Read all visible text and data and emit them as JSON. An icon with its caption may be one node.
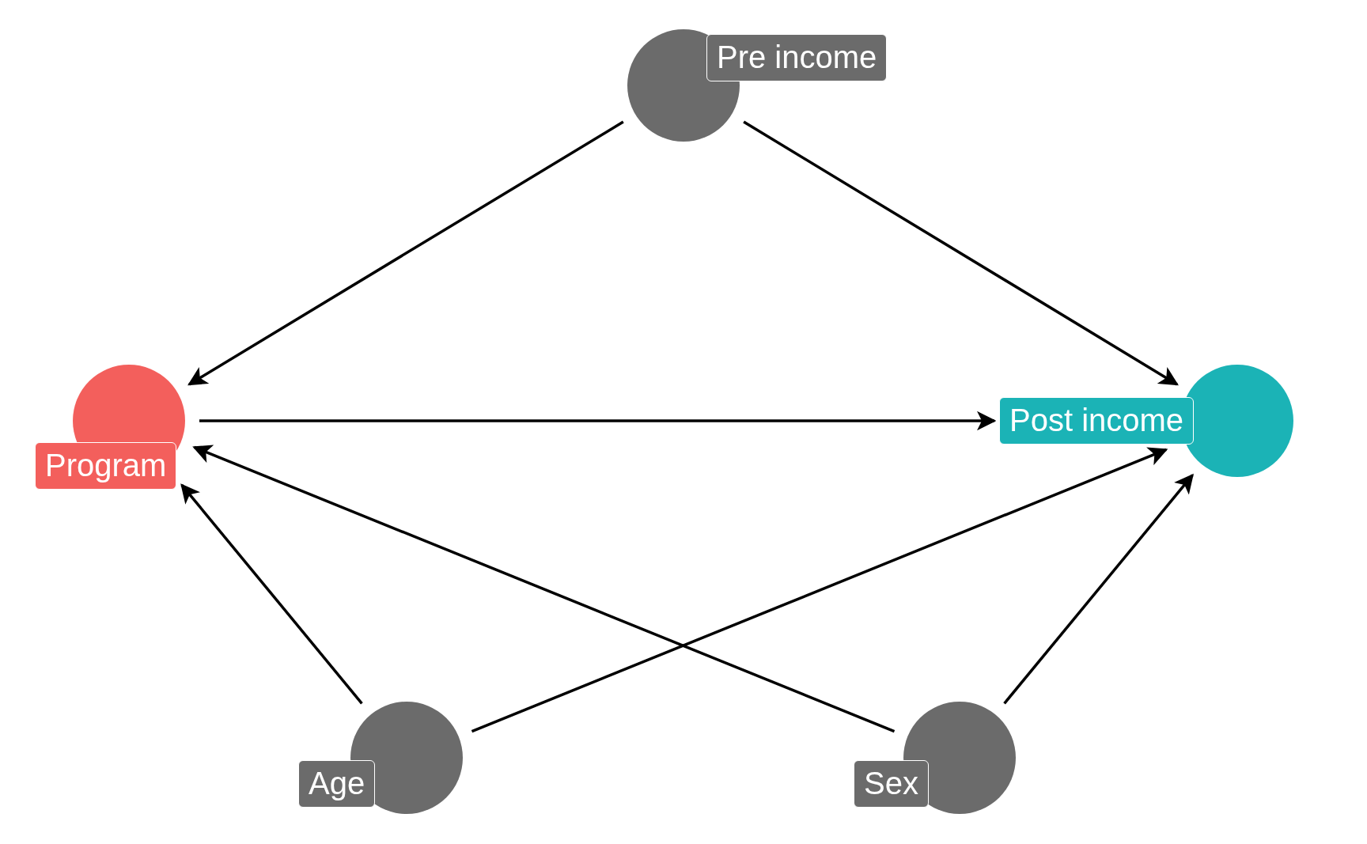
{
  "diagram": {
    "nodes": [
      {
        "text": [
          "Pre income"
        ]
      },
      {
        "text": [
          "Program"
        ]
      },
      {
        "text": [
          "Post income"
        ]
      },
      {
        "text": [
          "Age"
        ]
      },
      {
        "text": [
          "Sex"
        ]
      }
    ],
    "edges": [
      {
        "from": 0,
        "to": 1,
        "arrow": "to"
      },
      {
        "from": 0,
        "to": 2,
        "arrow": "to"
      },
      {
        "from": 1,
        "to": 2,
        "arrow": "to"
      },
      {
        "from": 3,
        "to": 1,
        "arrow": "to"
      },
      {
        "from": 3,
        "to": 2,
        "arrow": "to"
      },
      {
        "from": 4,
        "to": 1,
        "arrow": "to"
      },
      {
        "from": 4,
        "to": 2,
        "arrow": "to"
      }
    ]
  }
}
